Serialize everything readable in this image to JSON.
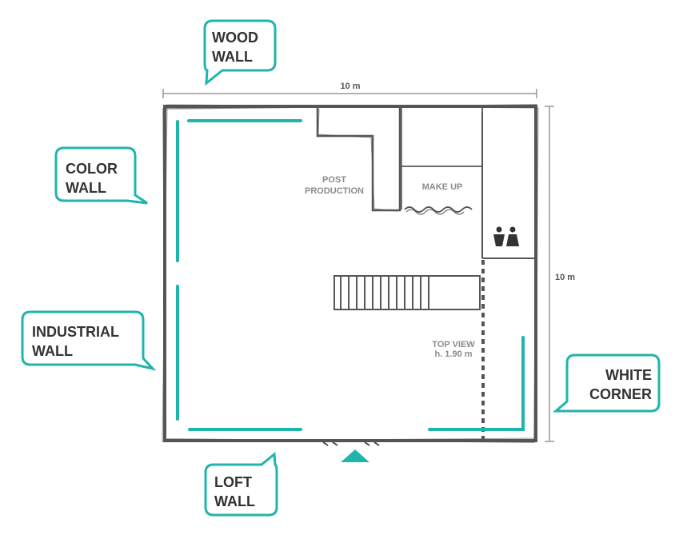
{
  "colors": {
    "accent": "#1fb5ad",
    "wall": "#555555",
    "text": "#333333",
    "room_label": "#8c8c8c",
    "dimension": "#999999"
  },
  "callouts": {
    "wood": [
      "WOOD",
      "WALL"
    ],
    "color": [
      "COLOR",
      "WALL"
    ],
    "industrial": [
      "INDUSTRIAL",
      "WALL"
    ],
    "white": [
      "WHITE",
      "CORNER"
    ],
    "loft": [
      "LOFT",
      "WALL"
    ]
  },
  "rooms": {
    "post_production": [
      "POST",
      "PRODUCTION"
    ],
    "make_up": "MAKE UP",
    "top_view": [
      "TOP VIEW",
      "h. 1.90 m"
    ]
  },
  "dimensions": {
    "width": "10 m",
    "height": "10 m"
  },
  "icons": {
    "restroom": "restroom-icon",
    "entrance": "entrance-arrow-icon"
  }
}
